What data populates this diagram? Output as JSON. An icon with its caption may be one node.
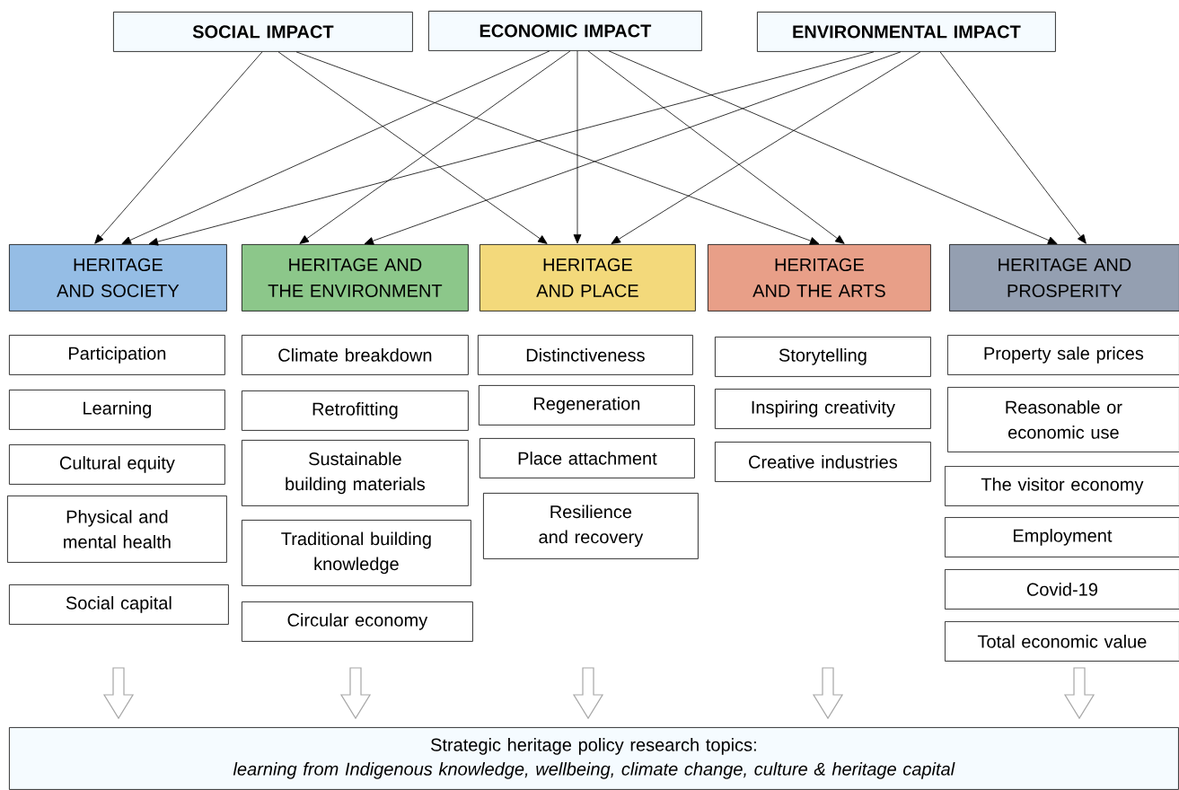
{
  "diagram": {
    "nodes": [
      {
        "text": [
          "SOCIAL IMPACT"
        ]
      },
      {
        "text": [
          "ECONOMIC IMPACT"
        ]
      },
      {
        "text": [
          "ENVIRONMENTAL IMPACT"
        ]
      },
      {
        "text": [
          "HERITAGE AND SOCIETY"
        ]
      },
      {
        "text": [
          "HERITAGE AND THE ENVIRONMENT"
        ]
      },
      {
        "text": [
          "HERITAGE AND PLACE"
        ]
      },
      {
        "text": [
          "HERITAGE AND THE ARTS"
        ]
      },
      {
        "text": [
          "HERITAGE AND PROSPERITY"
        ]
      },
      {
        "text": [
          "Participation"
        ]
      },
      {
        "text": [
          "Learning"
        ]
      },
      {
        "text": [
          "Cultural equity"
        ]
      },
      {
        "text": [
          "Physical and mental health"
        ]
      },
      {
        "text": [
          "Social capital"
        ]
      },
      {
        "text": [
          "Climate breakdown"
        ]
      },
      {
        "text": [
          "Retrofitting"
        ]
      },
      {
        "text": [
          "Sustainable building materials"
        ]
      },
      {
        "text": [
          "Traditional building knowledge"
        ]
      },
      {
        "text": [
          "Circular economy"
        ]
      },
      {
        "text": [
          "Distinctiveness"
        ]
      },
      {
        "text": [
          "Regeneration"
        ]
      },
      {
        "text": [
          "Place attachment"
        ]
      },
      {
        "text": [
          "Resilience and recovery"
        ]
      },
      {
        "text": [
          "Storytelling"
        ]
      },
      {
        "text": [
          "Inspiring creativity"
        ]
      },
      {
        "text": [
          "Creative industries"
        ]
      },
      {
        "text": [
          "Property sale prices"
        ]
      },
      {
        "text": [
          "Reasonable or economic use"
        ]
      },
      {
        "text": [
          "The visitor economy"
        ]
      },
      {
        "text": [
          "Employment"
        ]
      },
      {
        "text": [
          "Covid-19"
        ]
      },
      {
        "text": [
          "Total economic value"
        ]
      },
      {
        "text": [
          "Strategic heritage policy research topics:",
          "learning from Indigenous knowledge, wellbeing, climate change, culture & heritage capital"
        ]
      }
    ],
    "edges": [
      {
        "from": 0,
        "to": 3,
        "arrow": "to"
      },
      {
        "from": 0,
        "to": 5,
        "arrow": "to"
      },
      {
        "from": 0,
        "to": 6,
        "arrow": "to"
      },
      {
        "from": 1,
        "to": 3,
        "arrow": "to"
      },
      {
        "from": 1,
        "to": 4,
        "arrow": "to"
      },
      {
        "from": 1,
        "to": 5,
        "arrow": "to"
      },
      {
        "from": 1,
        "to": 6,
        "arrow": "to"
      },
      {
        "from": 1,
        "to": 7,
        "arrow": "to"
      },
      {
        "from": 2,
        "to": 3,
        "arrow": "to"
      },
      {
        "from": 2,
        "to": 4,
        "arrow": "to"
      },
      {
        "from": 2,
        "to": 5,
        "arrow": "to"
      },
      {
        "from": 2,
        "to": 7,
        "arrow": "to"
      },
      {
        "from": null,
        "to": 31,
        "arrow": "to",
        "style": "thick",
        "color": "#a6a6a6"
      },
      {
        "from": null,
        "to": 31,
        "arrow": "to",
        "style": "thick",
        "color": "#a6a6a6"
      },
      {
        "from": null,
        "to": 31,
        "arrow": "to",
        "style": "thick",
        "color": "#a6a6a6"
      },
      {
        "from": null,
        "to": 31,
        "arrow": "to",
        "style": "thick",
        "color": "#a6a6a6"
      },
      {
        "from": null,
        "to": 31,
        "arrow": "to",
        "style": "thick",
        "color": "#a6a6a6"
      }
    ]
  }
}
